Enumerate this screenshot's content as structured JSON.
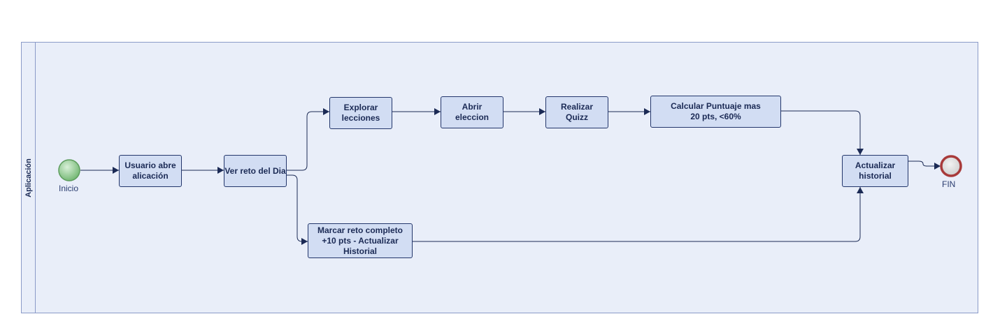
{
  "pool": {
    "lane_label": "Aplicación"
  },
  "events": {
    "start": {
      "label": "Inicio",
      "color": "#7fbf7f"
    },
    "end": {
      "label": "FIN",
      "color": "#b04a4a"
    }
  },
  "tasks": {
    "usuario_abre": "Usuario abre alicación",
    "ver_reto": "Ver reto del Dia",
    "explorar": "Explorar lecciones",
    "abrir_eleccion": "Abrir eleccion",
    "realizar_quizz": "Realizar Quizz",
    "calcular": "Calcular Puntuaje mas 20 pts, <60%",
    "marcar_reto": "Marcar reto completo +10 pts - Actualizar Historial",
    "actualizar": "Actualizar historial"
  }
}
